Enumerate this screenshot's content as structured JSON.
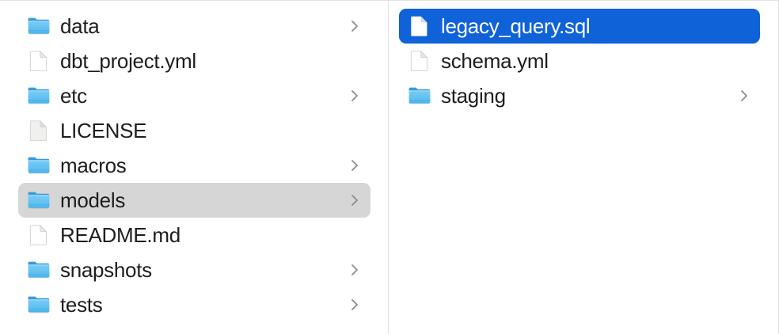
{
  "window": {
    "view_mode": "column",
    "background_color": "#ffffff",
    "selection_blue": "#0f62d8",
    "selection_grey": "#d6d6d6",
    "folder_icon_color": "#5ac8f5",
    "divider_color": "#e0e0e0"
  },
  "columns": [
    {
      "name": "parent-column",
      "items": [
        {
          "label": "data",
          "icon": "folder-icon",
          "kind": "folder",
          "has_chevron": true,
          "selected": false
        },
        {
          "label": "dbt_project.yml",
          "icon": "document-icon",
          "kind": "file",
          "has_chevron": false,
          "selected": false
        },
        {
          "label": "etc",
          "icon": "folder-icon",
          "kind": "folder",
          "has_chevron": true,
          "selected": false
        },
        {
          "label": "LICENSE",
          "icon": "plain-document-icon",
          "kind": "file",
          "has_chevron": false,
          "selected": false
        },
        {
          "label": "macros",
          "icon": "folder-icon",
          "kind": "folder",
          "has_chevron": true,
          "selected": false
        },
        {
          "label": "models",
          "icon": "folder-icon",
          "kind": "folder",
          "has_chevron": true,
          "selected": true,
          "selection_style": "grey"
        },
        {
          "label": "README.md",
          "icon": "document-icon",
          "kind": "file",
          "has_chevron": false,
          "selected": false
        },
        {
          "label": "snapshots",
          "icon": "folder-icon",
          "kind": "folder",
          "has_chevron": true,
          "selected": false
        },
        {
          "label": "tests",
          "icon": "folder-icon",
          "kind": "folder",
          "has_chevron": true,
          "selected": false
        }
      ]
    },
    {
      "name": "child-column",
      "items": [
        {
          "label": "legacy_query.sql",
          "icon": "document-icon",
          "kind": "file",
          "has_chevron": false,
          "selected": true,
          "selection_style": "blue"
        },
        {
          "label": "schema.yml",
          "icon": "document-icon",
          "kind": "file",
          "has_chevron": false,
          "selected": false
        },
        {
          "label": "staging",
          "icon": "folder-icon",
          "kind": "folder",
          "has_chevron": true,
          "selected": false
        }
      ]
    }
  ]
}
